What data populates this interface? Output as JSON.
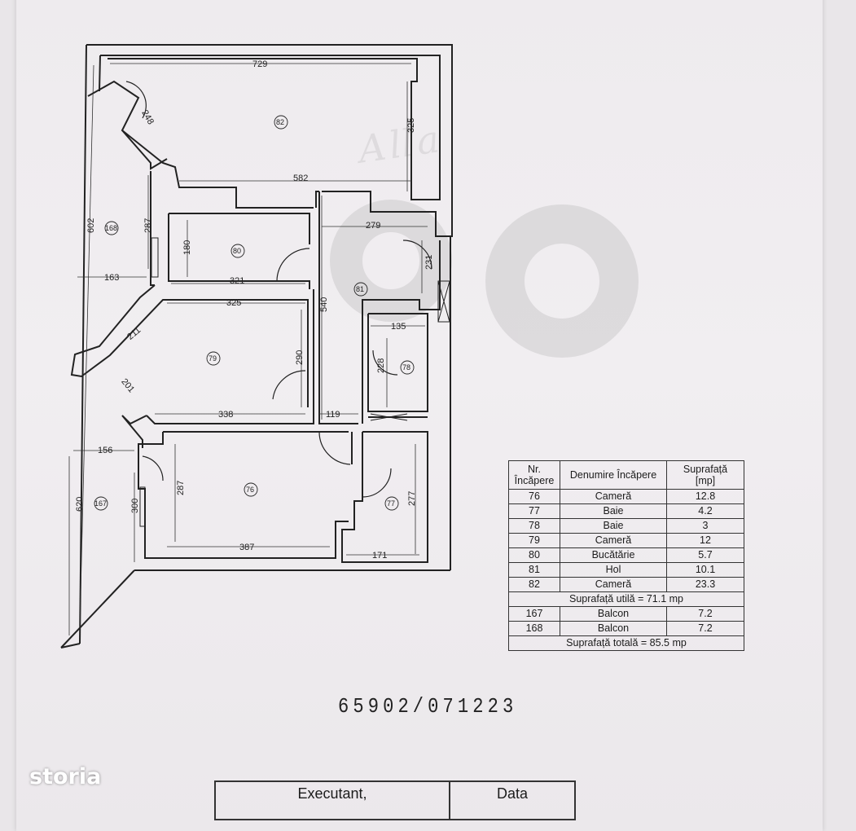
{
  "plan": {
    "dimensions": [
      "729",
      "325",
      "582",
      "248",
      "279",
      "231",
      "602",
      "287",
      "180",
      "163",
      "321",
      "540",
      "325",
      "211",
      "290",
      "135",
      "228",
      "201",
      "338",
      "119",
      "156",
      "300",
      "287",
      "620",
      "277",
      "387",
      "171"
    ],
    "room_markers": [
      "82",
      "168",
      "80",
      "81",
      "79",
      "78",
      "76",
      "167",
      "77"
    ]
  },
  "room_table": {
    "headers": {
      "nr": "Nr.\nÎncăpere",
      "name": "Denumire Încăpere",
      "area": "Suprafață\n[mp]"
    },
    "rows": [
      {
        "nr": "76",
        "name": "Cameră",
        "area": "12.8"
      },
      {
        "nr": "77",
        "name": "Baie",
        "area": "4.2"
      },
      {
        "nr": "78",
        "name": "Baie",
        "area": "3"
      },
      {
        "nr": "79",
        "name": "Cameră",
        "area": "12"
      },
      {
        "nr": "80",
        "name": "Bucătărie",
        "area": "5.7"
      },
      {
        "nr": "81",
        "name": "Hol",
        "area": "10.1"
      },
      {
        "nr": "82",
        "name": "Cameră",
        "area": "23.3"
      }
    ],
    "useful_area": "Suprafață utilă = 71.1 mp",
    "balcony_rows": [
      {
        "nr": "167",
        "name": "Balcon",
        "area": "7.2"
      },
      {
        "nr": "168",
        "name": "Balcon",
        "area": "7.2"
      }
    ],
    "total_area": "Suprafață totală = 85.5 mp"
  },
  "document_number": "65902/071223",
  "footer": {
    "executant": "Executant,",
    "date": "Data"
  },
  "brand": {
    "logo_text": "storia"
  },
  "colors": {
    "paper": "#efecef",
    "ink": "#222222"
  }
}
